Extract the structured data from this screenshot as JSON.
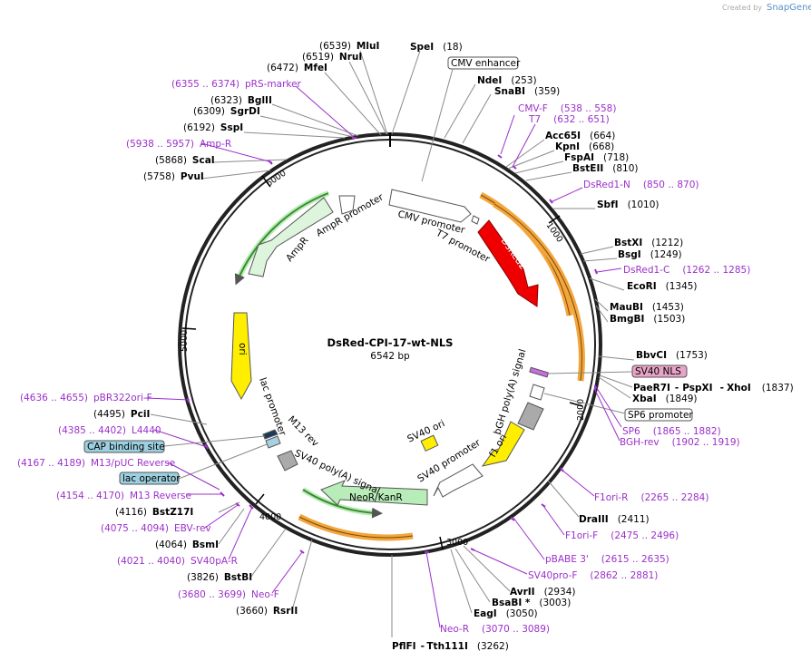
{
  "plasmid": {
    "name": "DsRed-CPI-17-wt-NLS",
    "size": "6542 bp"
  },
  "brand": {
    "created_by": "Created by",
    "app": "SnapGene"
  },
  "ticks": [
    "1000",
    "2000",
    "3000",
    "4000",
    "5000",
    "6000"
  ],
  "sites": [
    {
      "name": "SpeI",
      "pos": "(18)"
    },
    {
      "name": "MluI",
      "pos": "(6539)"
    },
    {
      "name": "NruI",
      "pos": "(6519)"
    },
    {
      "name": "MfeI",
      "pos": "(6472)"
    },
    {
      "name": "BglII",
      "pos": "(6323)"
    },
    {
      "name": "SgrDI",
      "pos": "(6309)"
    },
    {
      "name": "SspI",
      "pos": "(6192)"
    },
    {
      "name": "ScaI",
      "pos": "(5868)"
    },
    {
      "name": "PvuI",
      "pos": "(5758)"
    },
    {
      "name": "NdeI",
      "pos": "(253)"
    },
    {
      "name": "SnaBI",
      "pos": "(359)"
    },
    {
      "name": "Acc65I",
      "pos": "(664)"
    },
    {
      "name": "KpnI",
      "pos": "(668)"
    },
    {
      "name": "FspAI",
      "pos": "(718)"
    },
    {
      "name": "BstEII",
      "pos": "(810)"
    },
    {
      "name": "SbfI",
      "pos": "(1010)"
    },
    {
      "name": "BstXI",
      "pos": "(1212)"
    },
    {
      "name": "BsgI",
      "pos": "(1249)"
    },
    {
      "name": "EcoRI",
      "pos": "(1345)"
    },
    {
      "name": "MauBI",
      "pos": "(1453)"
    },
    {
      "name": "BmgBI",
      "pos": "(1503)"
    },
    {
      "name": "BbvCI",
      "pos": "(1753)"
    },
    {
      "name": "PaeR7I",
      "name2": "PspXI",
      "name3": "XhoI",
      "pos": "(1837)"
    },
    {
      "name": "XbaI",
      "pos": "(1849)"
    },
    {
      "name": "DraIII",
      "pos": "(2411)"
    },
    {
      "name": "AvrII",
      "pos": "(2934)"
    },
    {
      "name": "BsaBI *",
      "pos": "(3003)"
    },
    {
      "name": "EagI",
      "pos": "(3050)"
    },
    {
      "name": "PflFI",
      "name2": "Tth111I",
      "pos": "(3262)"
    },
    {
      "name": "RsrII",
      "pos": "(3660)"
    },
    {
      "name": "BstBI",
      "pos": "(3826)"
    },
    {
      "name": "BsmI",
      "pos": "(4064)"
    },
    {
      "name": "BstZ17I",
      "pos": "(4116)"
    },
    {
      "name": "PciI",
      "pos": "(4495)"
    }
  ],
  "primers": [
    {
      "name": "pRS-marker",
      "pos": "(6355 .. 6374)"
    },
    {
      "name": "Amp-R",
      "pos": "(5938 .. 5957)"
    },
    {
      "name": "CMV-F",
      "pos": "(538 .. 558)"
    },
    {
      "name": "T7",
      "pos": "(632 .. 651)"
    },
    {
      "name": "DsRed1-N",
      "pos": "(850 .. 870)"
    },
    {
      "name": "DsRed1-C",
      "pos": "(1262 .. 1285)"
    },
    {
      "name": "SP6",
      "pos": "(1865 .. 1882)"
    },
    {
      "name": "BGH-rev",
      "pos": "(1902 .. 1919)"
    },
    {
      "name": "F1ori-R",
      "pos": "(2265 .. 2284)"
    },
    {
      "name": "F1ori-F",
      "pos": "(2475 .. 2496)"
    },
    {
      "name": "pBABE 3'",
      "pos": "(2615 .. 2635)"
    },
    {
      "name": "SV40pro-F",
      "pos": "(2862 .. 2881)"
    },
    {
      "name": "Neo-R",
      "pos": "(3070 .. 3089)"
    },
    {
      "name": "Neo-F",
      "pos": "(3680 .. 3699)"
    },
    {
      "name": "SV40pA-R",
      "pos": "(4021 .. 4040)"
    },
    {
      "name": "EBV-rev",
      "pos": "(4075 .. 4094)"
    },
    {
      "name": "M13 Reverse",
      "pos": "(4154 .. 4170)"
    },
    {
      "name": "M13/pUC Reverse",
      "pos": "(4167 .. 4189)"
    },
    {
      "name": "L4440",
      "pos": "(4385 .. 4402)"
    },
    {
      "name": "pBR322ori-F",
      "pos": "(4636 .. 4655)"
    }
  ],
  "boxed_labels": [
    "CMV enhancer",
    "SV40 NLS",
    "SP6 promoter",
    "CAP binding site",
    "lac operator"
  ],
  "features": [
    "CMV promoter",
    "T7 promoter",
    "DsRed2",
    "bGH poly(A) signal",
    "f1 ori",
    "SV40 promoter",
    "SV40 ori",
    "NeoR/KanR",
    "SV40 poly(A) signal",
    "M13 rev",
    "lac promoter",
    "ori",
    "AmpR",
    "AmpR promoter"
  ],
  "colors": {
    "dsred": "#ee0000",
    "ori": "#ffee00",
    "neor": "#b8ecb8",
    "orange_arc": "#f3a63b",
    "green_arc": "#3c8a2e",
    "primer": "#9b30c9",
    "sv40nls": "#e8a4c8",
    "cap": "#9ccfe0"
  }
}
